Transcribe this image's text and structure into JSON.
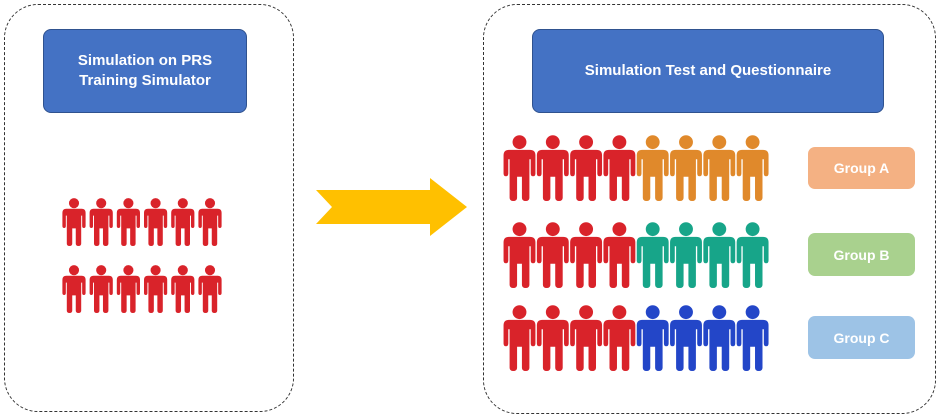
{
  "left_panel": {
    "title": "Simulation on PRS Training Simulator",
    "crowd_rows": [
      6,
      6
    ],
    "person_color": "#d9232a"
  },
  "right_panel": {
    "title": "Simulation Test and Questionnaire",
    "rows": [
      {
        "control_count": 4,
        "group_count": 4,
        "group_color": "#e0892b"
      },
      {
        "control_count": 4,
        "group_count": 4,
        "group_color": "#17a589"
      },
      {
        "control_count": 4,
        "group_count": 4,
        "group_color": "#2346c8"
      }
    ],
    "groups": [
      {
        "label": "Group A",
        "color": "#f4b183"
      },
      {
        "label": "Group B",
        "color": "#a9d18e"
      },
      {
        "label": "Group C",
        "color": "#9dc3e6"
      }
    ]
  },
  "arrow_color": "#ffc000",
  "control_color": "#d9232a"
}
